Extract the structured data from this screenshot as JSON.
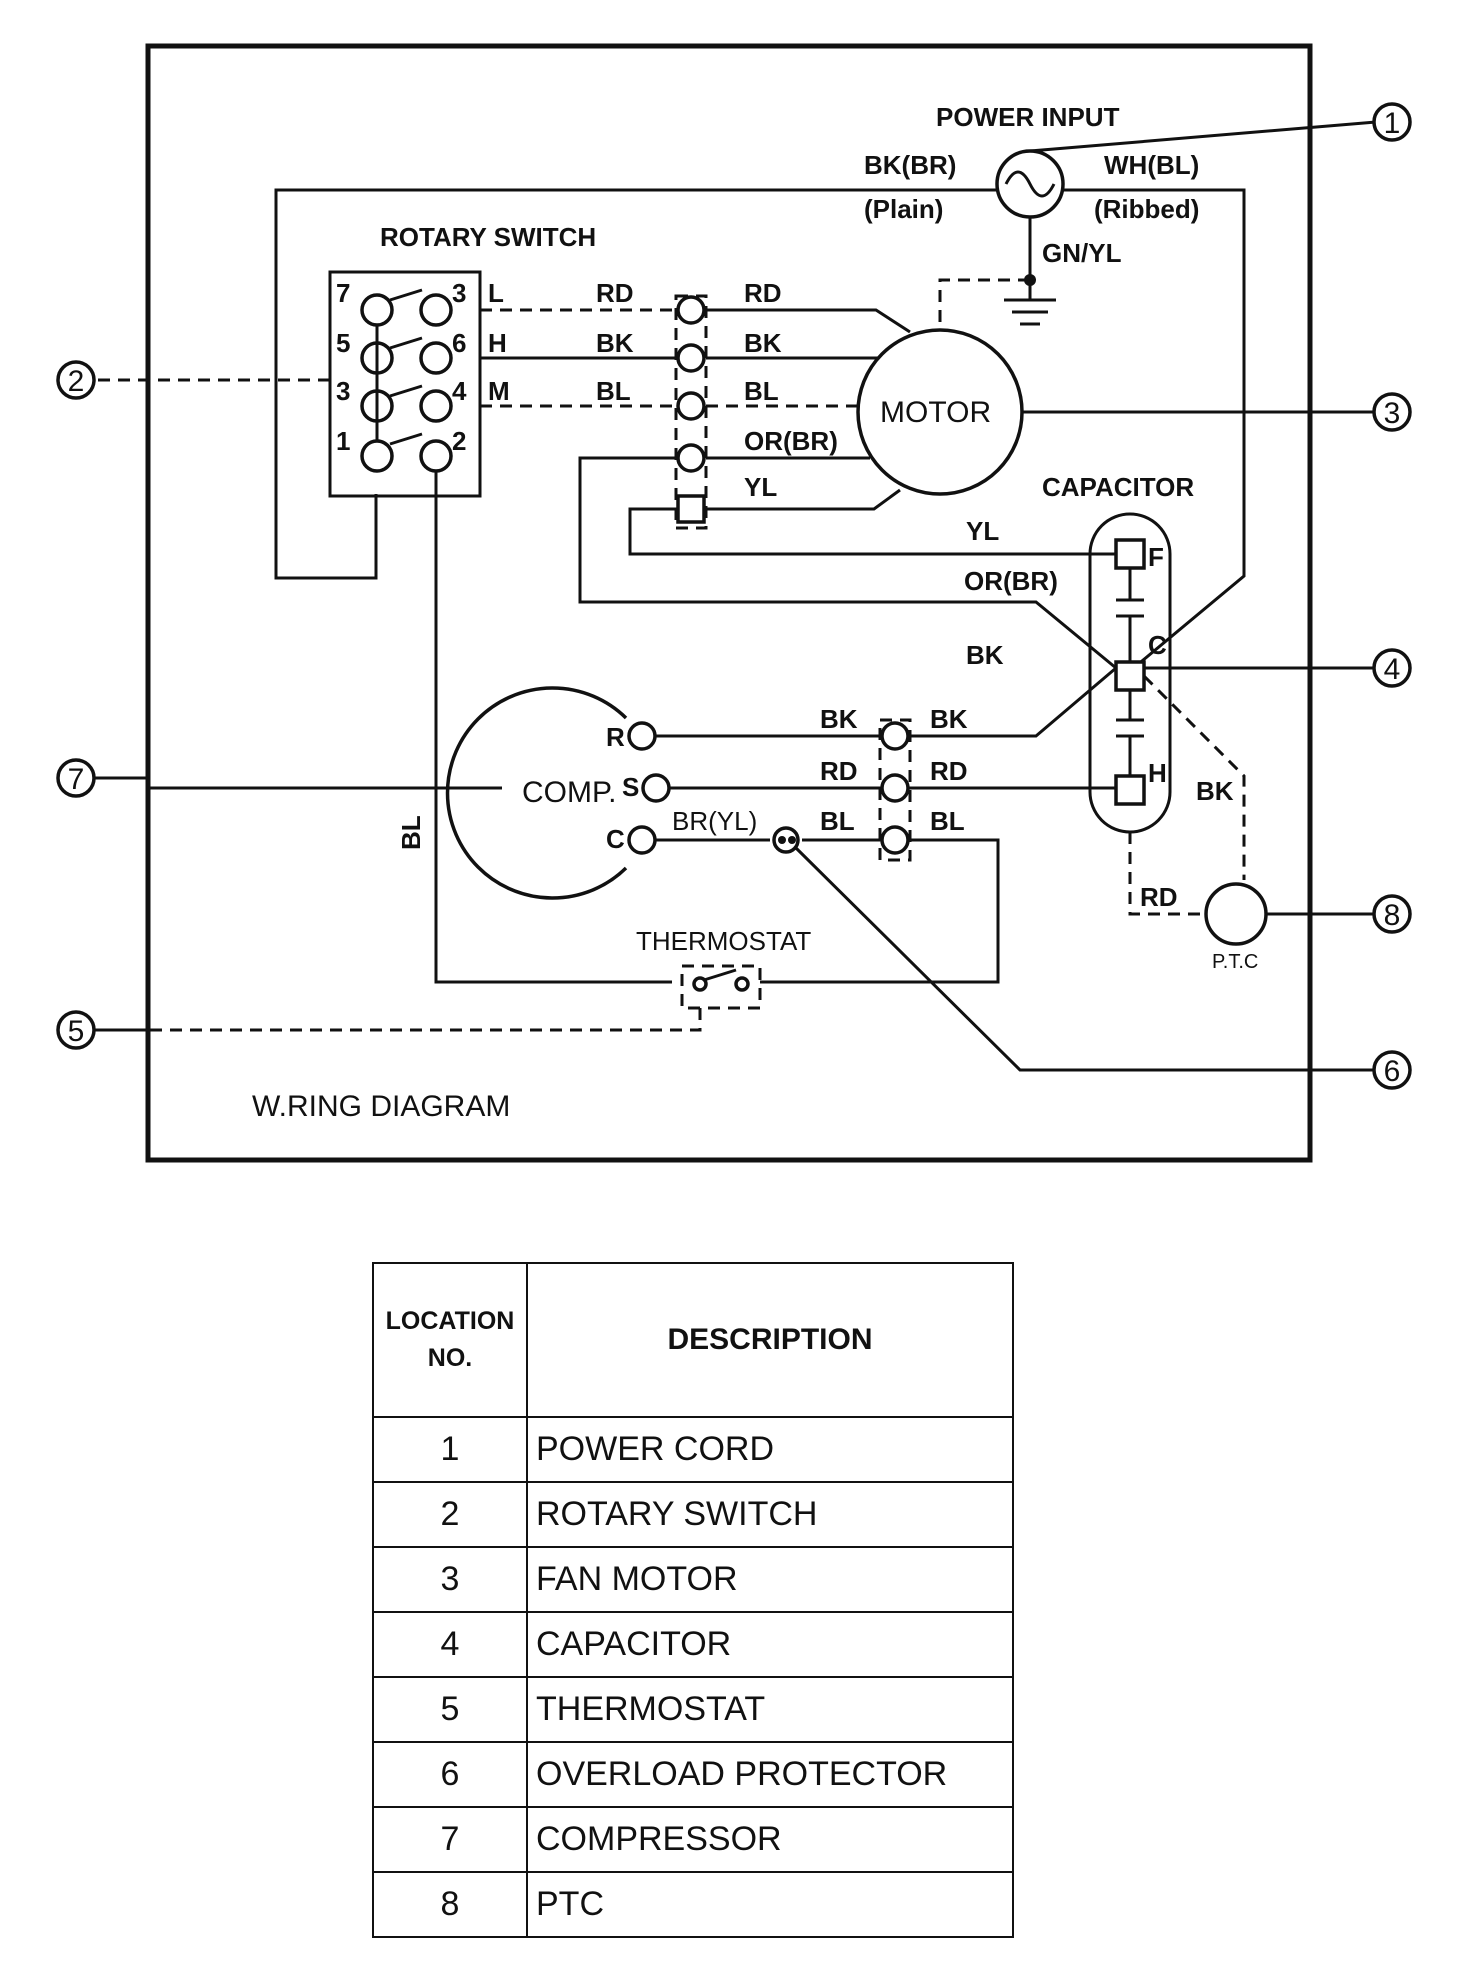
{
  "diagram": {
    "title": "W.RING DIAGRAM",
    "power_input": "POWER INPUT",
    "wire_left_top": "BK(BR)",
    "wire_left_bottom": "(Plain)",
    "wire_right_top": "WH(BL)",
    "wire_right_bottom": "(Ribbed)",
    "ground": "GN/YL",
    "rotary_switch": "ROTARY SWITCH",
    "switch_terminals": [
      "7",
      "3",
      "5",
      "6",
      "3",
      "4",
      "1",
      "2"
    ],
    "speed_labels": [
      "L",
      "H",
      "M"
    ],
    "motor": "MOTOR",
    "motor_wires": [
      "RD",
      "BK",
      "BL",
      "OR(BR)",
      "YL"
    ],
    "switch_wires": [
      "RD",
      "BK",
      "BL"
    ],
    "capacitor": "CAPACITOR",
    "cap_wire_yl": "YL",
    "cap_wire_or": "OR(BR)",
    "cap_wire_bk": "BK",
    "cap_terminals": [
      "F",
      "C",
      "H"
    ],
    "compressor": "COMP.",
    "comp_terminals": [
      "R",
      "S",
      "C"
    ],
    "comp_wires_left": [
      "BK",
      "RD",
      "BL"
    ],
    "comp_wires_right": [
      "BK",
      "RD",
      "BL"
    ],
    "overload_wire": "BR(YL)",
    "ptc_wire_bk": "BK",
    "ptc_wire_rd": "RD",
    "ptc": "P.T.C",
    "bl_vertical": "BL",
    "thermostat": "THERMOSTAT",
    "callouts": [
      "1",
      "2",
      "3",
      "4",
      "5",
      "6",
      "7",
      "8"
    ]
  },
  "legend": {
    "header_location": "LOCATION",
    "header_no": "NO.",
    "header_description": "DESCRIPTION",
    "rows": [
      {
        "no": "1",
        "desc": "POWER CORD"
      },
      {
        "no": "2",
        "desc": "ROTARY SWITCH"
      },
      {
        "no": "3",
        "desc": "FAN MOTOR"
      },
      {
        "no": "4",
        "desc": "CAPACITOR"
      },
      {
        "no": "5",
        "desc": "THERMOSTAT"
      },
      {
        "no": "6",
        "desc": "OVERLOAD PROTECTOR"
      },
      {
        "no": "7",
        "desc": "COMPRESSOR"
      },
      {
        "no": "8",
        "desc": "PTC"
      }
    ]
  }
}
